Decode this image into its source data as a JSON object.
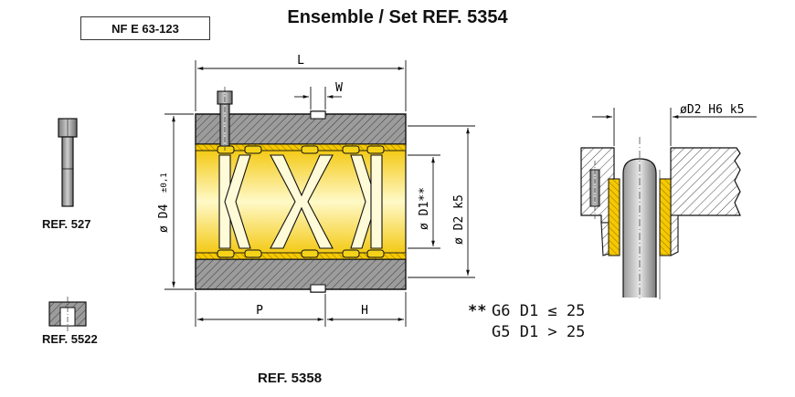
{
  "title": "Ensemble / Set REF. 5354",
  "standard": "NF E 63-123",
  "refs": {
    "screw": "REF. 527",
    "retainer": "REF. 5522",
    "bushing": "REF. 5358"
  },
  "dimensions": {
    "L": "L",
    "W": "W",
    "P": "P",
    "H": "H",
    "D1": "ø D1**",
    "D2": "ø D2 k5",
    "D4": "ø D4",
    "D4_tol": "±0,1",
    "housing": "øD2 H6 k5"
  },
  "notes": {
    "marker": "**",
    "line1": "G6 D1 ≤ 25",
    "line2": "G5 D1 > 25"
  },
  "colors": {
    "metal": "#9a9a9a",
    "metal_dark": "#6e6e6e",
    "cage_light": "#fff7b8",
    "cage_dark": "#f2c400",
    "outline": "#111111"
  }
}
